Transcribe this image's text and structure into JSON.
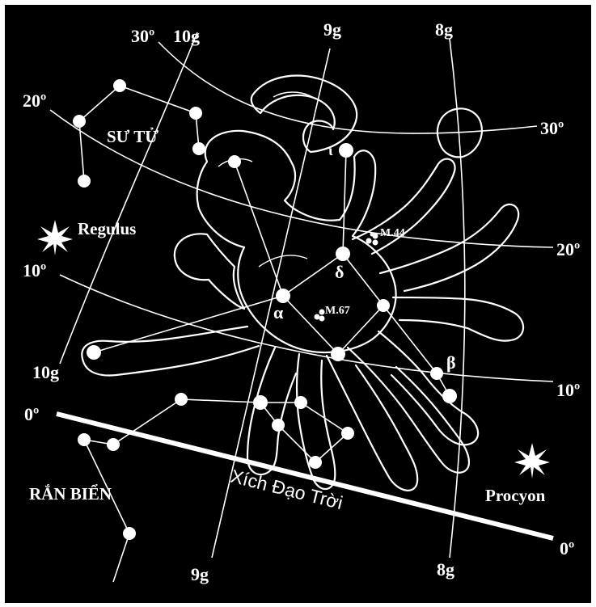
{
  "constellations": {
    "leo": "SƯ TỬ",
    "hydra": "RẮN BIỂN"
  },
  "bright_stars": {
    "regulus": "Regulus",
    "procyon": "Procyon"
  },
  "greek_letters": {
    "alpha": "α",
    "delta": "δ",
    "beta": "β",
    "iota": "ι"
  },
  "clusters": {
    "m44": "M.44",
    "m67": "M.67"
  },
  "equator_label": "Xích Đạo Trời",
  "ra_labels": {
    "top_10g": "10g",
    "top_9g": "9g",
    "top_8g": "8g",
    "left_10g": "10g",
    "bottom_9g": "9g",
    "bottom_8g": "8g"
  },
  "dec_labels": {
    "left_30": "30º",
    "left_20": "20º",
    "left_10": "10º",
    "left_0": "0º",
    "right_30": "30º",
    "right_20": "20º",
    "right_10": "10º",
    "right_0": "0º"
  },
  "colors": {
    "background": "#000000",
    "ink": "#ffffff",
    "border": "#ffffff"
  }
}
